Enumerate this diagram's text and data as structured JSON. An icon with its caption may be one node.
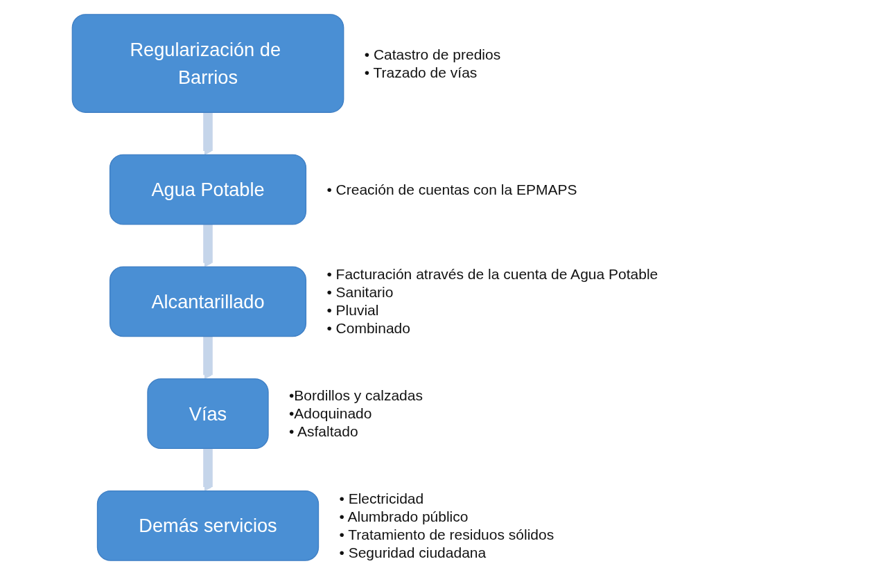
{
  "diagram": {
    "nodes": [
      {
        "text": [
          "Regularización de Barrios"
        ],
        "beside": [
          "• Catastro de predios",
          "• Trazado de vías"
        ]
      },
      {
        "text": [
          "Agua Potable"
        ],
        "beside": [
          "• Creación de cuentas con la EPMAPS"
        ]
      },
      {
        "text": [
          "Alcantarillado"
        ],
        "beside": [
          "• Facturación através de la cuenta de Agua Potable",
          "• Sanitario",
          "• Pluvial",
          "• Combinado"
        ]
      },
      {
        "text": [
          "Vías"
        ],
        "beside": [
          "•Bordillos y calzadas",
          "•Adoquinado",
          "• Asfaltado"
        ]
      },
      {
        "text": [
          "Demás servicios"
        ],
        "beside": [
          "• Electricidad",
          "• Alumbrado público",
          "• Tratamiento de residuos sólidos",
          "• Seguridad ciudadana"
        ]
      }
    ],
    "edges": [
      {
        "from": 0,
        "to": 1,
        "arrow": "to"
      },
      {
        "from": 1,
        "to": 2,
        "arrow": "to"
      },
      {
        "from": 2,
        "to": 3,
        "arrow": "to"
      },
      {
        "from": 3,
        "to": 4,
        "arrow": "to"
      }
    ]
  }
}
